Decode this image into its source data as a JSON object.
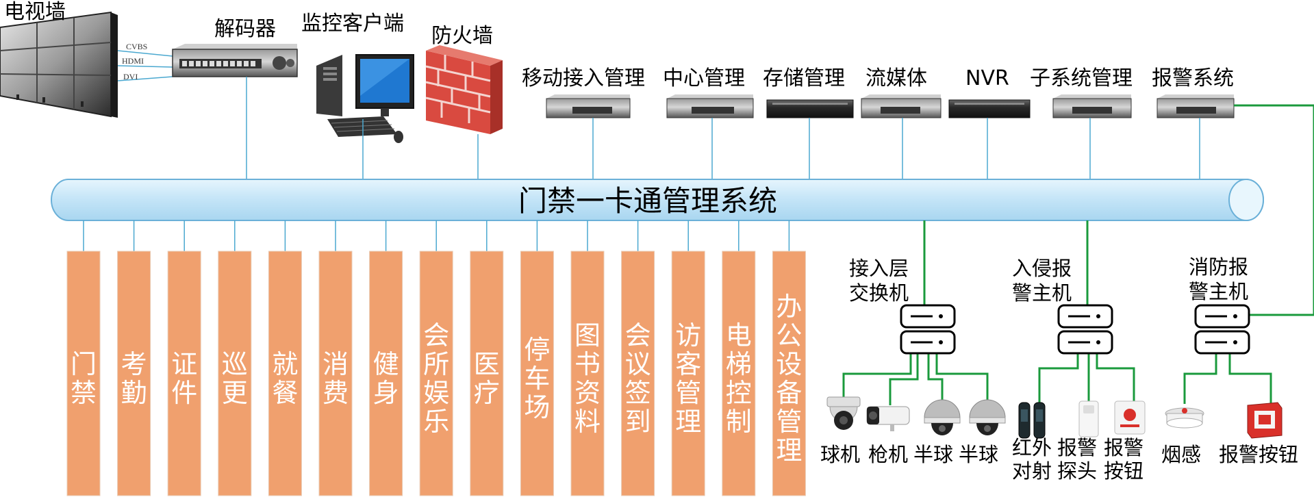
{
  "top": {
    "video_wall": "电视墙",
    "signals": [
      "CVBS",
      "HDMI",
      "DVI"
    ],
    "decoder": "解码器",
    "monitor_client": "监控客户端",
    "firewall": "防火墙",
    "servers": [
      "移动接入管理",
      "中心管理",
      "存储管理",
      "流媒体",
      "NVR",
      "子系统管理",
      "报警系统"
    ]
  },
  "bus": {
    "title": "门禁一卡通管理系统"
  },
  "modules": [
    "门禁",
    "考勤",
    "证件",
    "巡更",
    "就餐",
    "消费",
    "健身",
    "会所娱乐",
    "医疗",
    "停车场",
    "图书资料",
    "会议签到",
    "访客管理",
    "电梯控制",
    "办公设备管理"
  ],
  "subsystems": [
    {
      "title_lines": [
        "接入层",
        "交换机"
      ],
      "devices": [
        "球机",
        "枪机",
        "半球",
        "半球"
      ]
    },
    {
      "title_lines": [
        "入侵报",
        "警主机"
      ],
      "devices_lines": [
        [
          "红外",
          "对射"
        ],
        [
          "报警",
          "探头"
        ],
        [
          "报警",
          "按钮"
        ]
      ]
    },
    {
      "title_lines": [
        "消防报",
        "警主机"
      ],
      "devices": [
        "烟感",
        "报警按钮"
      ]
    }
  ],
  "colors": {
    "bus_fill": "#cfe9f8",
    "module_fill": "#f0a06e",
    "green_line": "#1a9a3c",
    "blue_line": "#4aa8d0"
  }
}
